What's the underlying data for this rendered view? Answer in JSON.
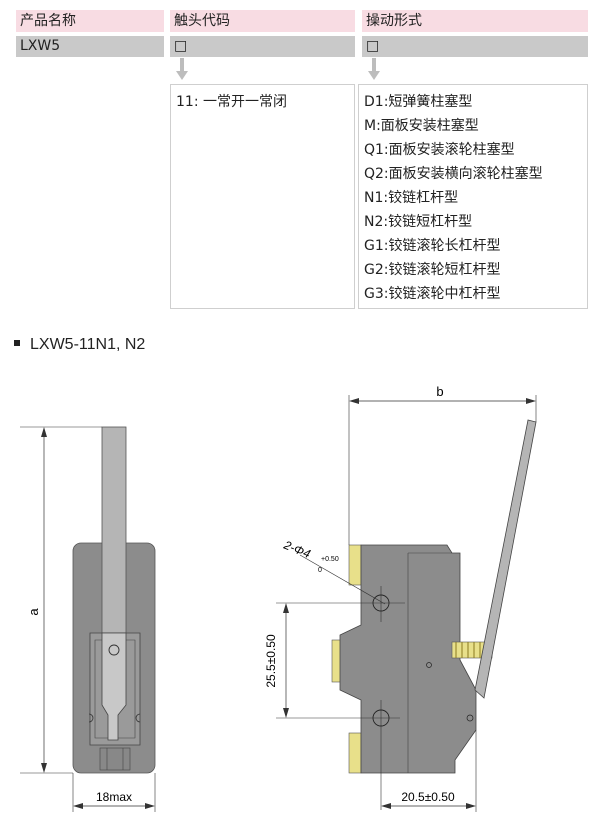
{
  "table": {
    "headers": [
      "产品名称",
      "触头代码",
      "操动形式"
    ],
    "product_code": "LXW5",
    "placeholder": "□",
    "contact_options": [
      "11: 一常开一常闭"
    ],
    "actuator_options": [
      "D1:短弹簧柱塞型",
      "M:面板安装柱塞型",
      "Q1:面板安装滚轮柱塞型",
      "Q2:面板安装横向滚轮柱塞型",
      "N1:铰链杠杆型",
      "N2:铰链短杠杆型",
      "G1:铰链滚轮长杠杆型",
      "G2:铰链滚轮短杠杆型",
      "G3:铰链滚轮中杠杆型"
    ]
  },
  "section": {
    "title": "LXW5-11N1, N2"
  },
  "drawing": {
    "label_a": "a",
    "label_b": "b",
    "label_width": "18max",
    "label_hole": "2-Φ4",
    "label_tol_upper": "+0.50",
    "label_tol_lower": "0",
    "label_vertical": "25.5±0.50",
    "label_horizontal": "20.5±0.50",
    "colors": {
      "header_bg": "#f8dce3",
      "code_bg": "#c9c9c9",
      "body": "#8c8c8c",
      "lever": "#b5b5b5",
      "terminal": "#e8e08a"
    }
  }
}
